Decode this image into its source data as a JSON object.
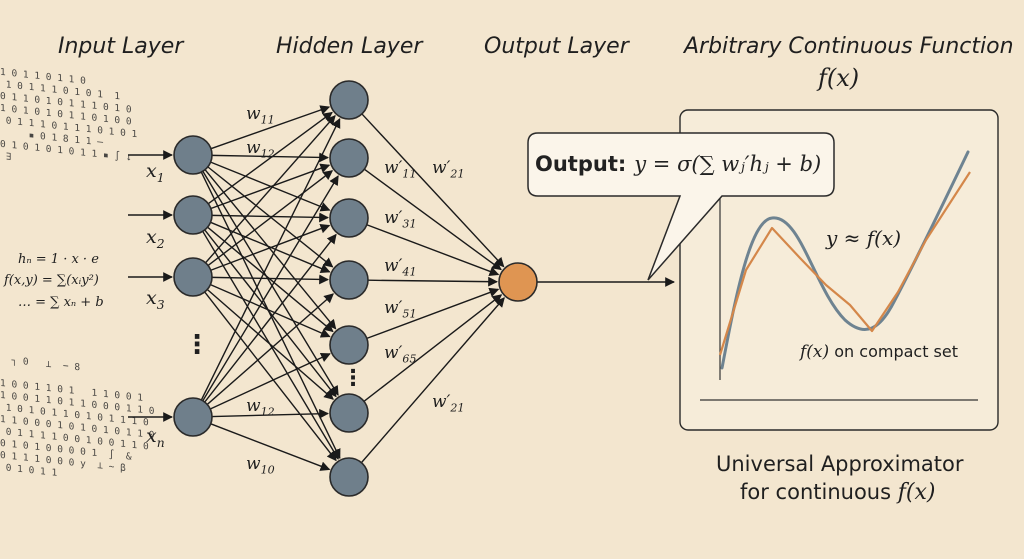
{
  "headers": {
    "input": "Input Layer",
    "hidden": "Hidden Layer",
    "output": "Output Layer",
    "function_title": "Arbitrary Continuous Function",
    "function_symbol": "f(x)"
  },
  "inputs": [
    {
      "var": "x",
      "sub": "1"
    },
    {
      "var": "x",
      "sub": "2"
    },
    {
      "var": "x",
      "sub": "3"
    },
    {
      "var": "x",
      "sub": "n"
    }
  ],
  "ellipsis": "⋮",
  "weights_in": [
    {
      "var": "w",
      "sub": "11"
    },
    {
      "var": "w",
      "sub": "12"
    },
    {
      "var": "w",
      "sub": "12"
    },
    {
      "var": "w",
      "sub": "10"
    }
  ],
  "weights_out": [
    {
      "var": "w′",
      "sub": "11"
    },
    {
      "var": "w′",
      "sub": "21"
    },
    {
      "var": "w′",
      "sub": "31"
    },
    {
      "var": "w′",
      "sub": "41"
    },
    {
      "var": "w′",
      "sub": "51"
    },
    {
      "var": "w′",
      "sub": "65"
    },
    {
      "var": "w′",
      "sub": "21"
    }
  ],
  "formulas": {
    "line1": "hₙ = 1 · x · e",
    "line2": "f(x,y) = ∑(xᵢy²)",
    "line3": "… = ∑ xₙ + b"
  },
  "binary_top": "1 0 1 1 0 1 1 0\n 1 0 1 1 1 0 1 0 1  1\n0 1 1 0 1 0 1 1 1 0 1 0\n1 0 1 0 1 0 1 1 0 1 0 0\n 0 1 1 1 0 1 1 1 0 1 0 1\n     ▪ 0 1 8 1 1 ─\n0 1 0 1 0 1 0 1 1 ▪ ∫ ↓\n ∃",
  "binary_bottom": "  ┐ 0   ⊥  − 8\n\n1 0 0 1 1 0 1   1 1 0 0 1\n1 0 0 1 1 0 1 1 0 0 0 1 1 0\n 1 0 1 0 1 1 0 1 0 1 1 1 0\n1 1 0 0 0 1 0 1 0 1 0 1 1 0\n 0 1 1 1 1 0 0 1 0 0 1 1 0\n0 1 0 1 0 0 0 0 1  ∫  &\n0 1 1 1 0 0 0 y  ⊥ ~ β\n 0 1 0 1 1",
  "callout": {
    "label": "Output:",
    "equation": "y = σ(∑ wⱼ′hⱼ + b)"
  },
  "plot": {
    "approx_label": "y ≈ f(x)",
    "set_label_sym": "f(x)",
    "set_label_text": "on compact set",
    "curve_color": "#6e8391",
    "approx_color": "#d4874a"
  },
  "caption": {
    "line1": "Universal Approximator",
    "line2_text": "for continuous",
    "line2_sym": "f(x)"
  },
  "colors": {
    "background": "#f3e6cf",
    "hidden_node": "#6f7f8b",
    "output_node": "#df9552",
    "node_stroke": "#2a2a2a"
  }
}
